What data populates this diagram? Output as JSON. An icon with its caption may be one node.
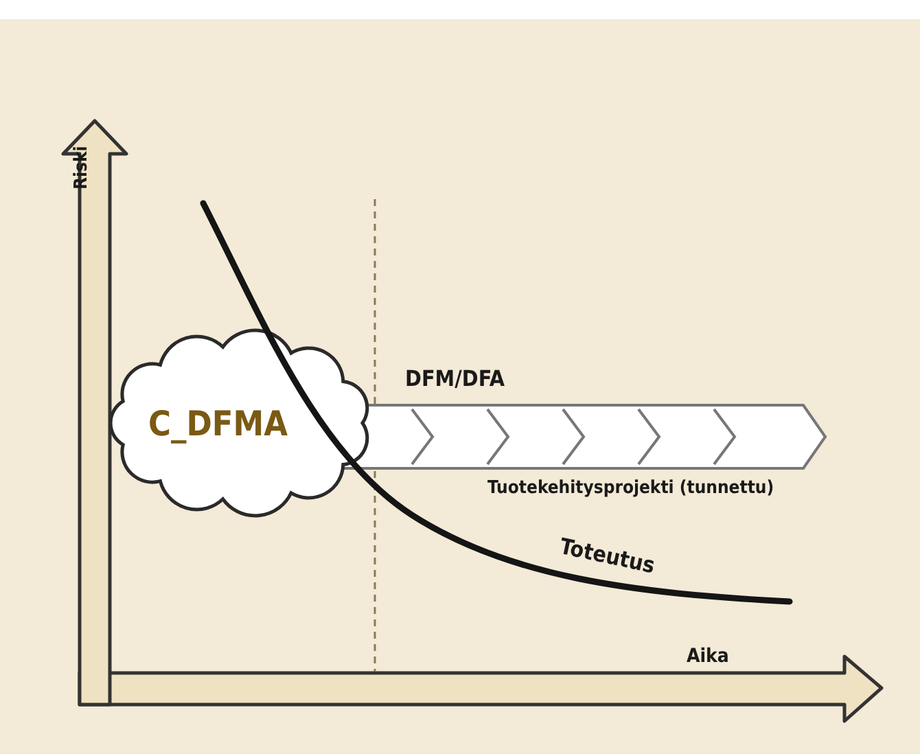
{
  "diagram": {
    "nodes": [
      {
        "text": [
          "C_DFMA"
        ]
      },
      {
        "text": [
          "DFM/DFA"
        ],
        "beside": [
          "Tuotekehitysprojekti (tunnettu)"
        ]
      }
    ],
    "labels": [
      "Riski",
      "Toteutus",
      "Aika"
    ]
  }
}
